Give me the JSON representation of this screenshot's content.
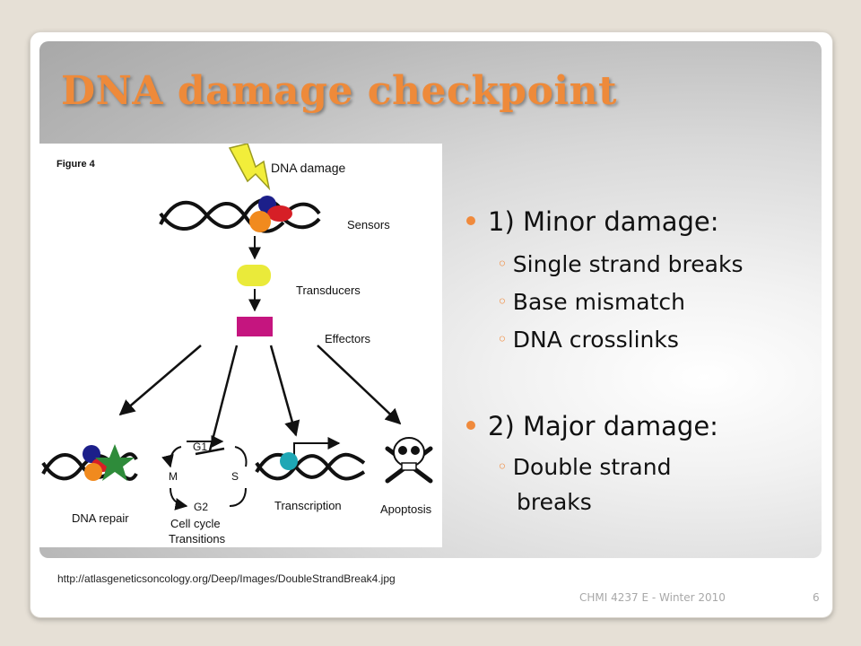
{
  "slide": {
    "title": "DNA damage checkpoint",
    "source_url": "http://atlasgeneticsoncology.org/Deep/Images/DoubleStrandBreak4.jpg",
    "footer": "CHMI 4237 E - Winter 2010",
    "page_number": "6"
  },
  "figure": {
    "label": "Figure 4",
    "dna_damage": "DNA damage",
    "sensors": "Sensors",
    "transducers": "Transducers",
    "effectors": "Effectors",
    "dna_repair": "DNA repair",
    "cell_cycle_line1": "Cell cycle",
    "cell_cycle_line2": "Transitions",
    "transcription": "Transcription",
    "apoptosis": "Apoptosis",
    "g1": "G1",
    "g2": "G2",
    "m": "M",
    "s": "S"
  },
  "bullets": [
    {
      "text": "1) Minor damage:",
      "subs": [
        "Single strand breaks",
        "Base mismatch",
        "DNA crosslinks"
      ]
    },
    {
      "text": "2) Major damage:",
      "subs": [
        "Double strand breaks"
      ]
    }
  ],
  "colors": {
    "title": "#ee8a3a",
    "bullet_accent": "#f08a3c",
    "sensor_blue": "#1c1f8a",
    "sensor_red": "#d61f26",
    "sensor_orange": "#f18a1e",
    "transducer_yellow": "#eaea3a",
    "effector_magenta": "#c5157f",
    "repair_green": "#2e8b3a",
    "transcription_teal": "#1ea7b5"
  }
}
